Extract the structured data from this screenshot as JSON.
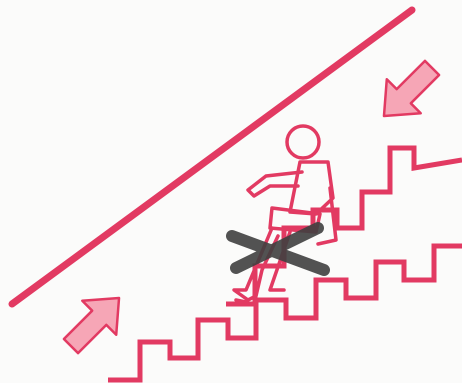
{
  "diagram": {
    "colors": {
      "pink_line": "#e23a62",
      "arrow_fill": "#f6a6b6",
      "arrow_stroke": "#e23a62",
      "cross": "#404040",
      "figure_stroke": "#e23a62",
      "background": "#fbfbfa"
    },
    "elements": [
      {
        "name": "handrail-line",
        "kind": "line"
      },
      {
        "name": "upper-right-arrow-icon",
        "kind": "arrow",
        "direction": "down-left"
      },
      {
        "name": "lower-left-arrow-icon",
        "kind": "arrow",
        "direction": "up-right"
      },
      {
        "name": "upper-staircase",
        "kind": "stairs"
      },
      {
        "name": "lower-staircase",
        "kind": "stairs"
      },
      {
        "name": "seated-person-figure",
        "kind": "figure"
      },
      {
        "name": "cross-mark-icon",
        "kind": "cross"
      }
    ]
  }
}
